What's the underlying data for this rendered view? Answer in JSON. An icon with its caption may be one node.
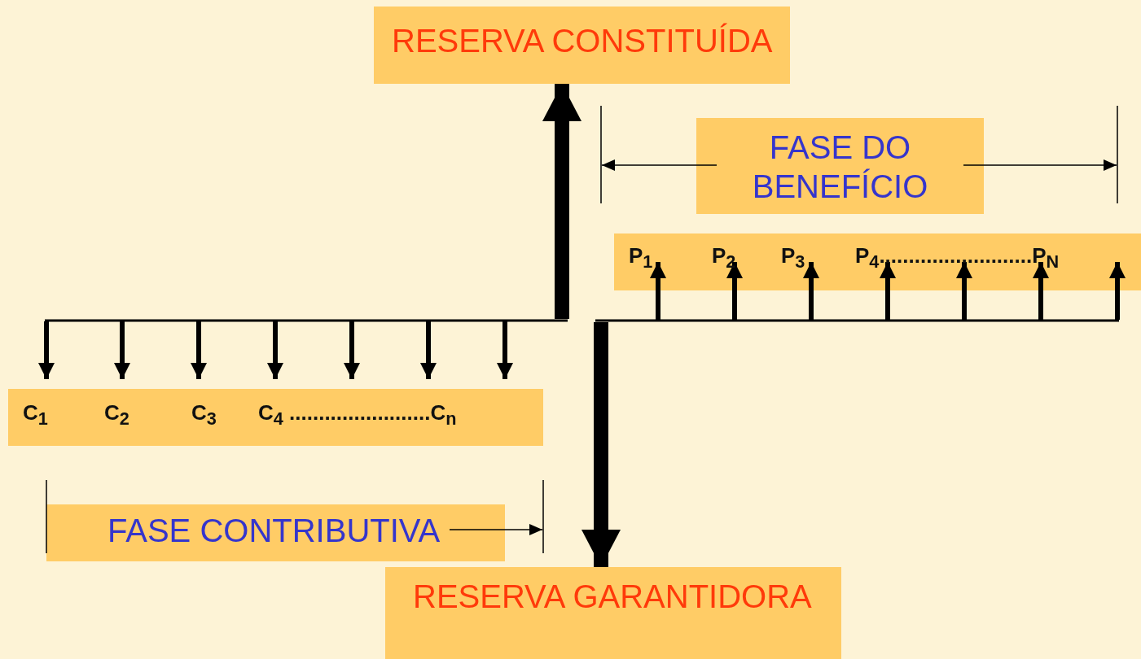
{
  "diagram": {
    "nodes": [
      {
        "text": [
          "RESERVA CONSTITUÍDA"
        ]
      },
      {
        "text": [
          "FASE DO BENEFÍCIO"
        ]
      },
      {
        "text": [
          "P$_{1}$",
          "P$_{2}$",
          "P$_{3}$",
          "P$_{4}$..........................P$_{N}$"
        ]
      },
      {
        "text": [
          "C$_{1}$",
          "C$_{2}$",
          "C$_{3}$",
          "C$_{4}$ ........................C$_{n}$"
        ]
      },
      {
        "text": [
          "FASE CONTRIBUTIVA"
        ]
      },
      {
        "text": [
          "RESERVA GARANTIDORA"
        ]
      }
    ],
    "edges": [
      {
        "from": null,
        "to": 0,
        "arrow": "to"
      },
      {
        "from": null,
        "to": 5,
        "arrow": "to"
      }
    ]
  }
}
